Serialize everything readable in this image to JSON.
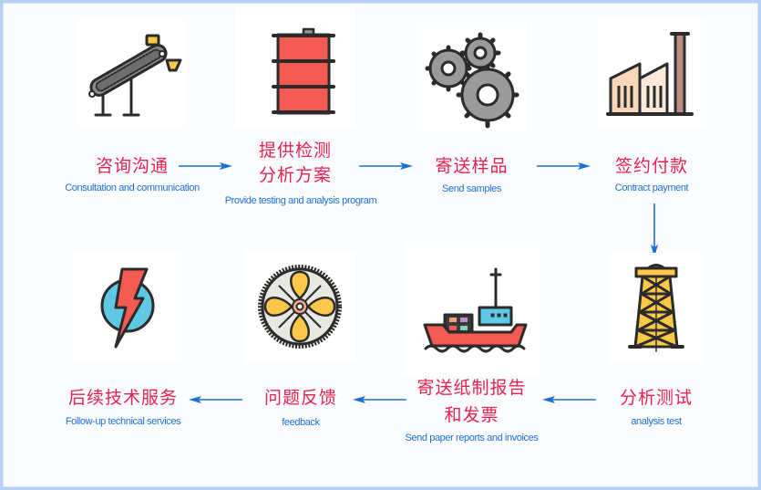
{
  "diagram": {
    "type": "process-flow",
    "flow_direction": "top row left-to-right, then down, bottom row right-to-left",
    "colors": {
      "title_red": "#e8214f",
      "subtitle_blue": "#1d6fd8",
      "arrow_blue": "#1d6fd8",
      "frame_border": "#b5d0f2",
      "background": "#fbfcfe"
    },
    "steps": [
      {
        "step": 1,
        "icon": "conveyor-belt-icon",
        "title": "咨询沟通",
        "subtitle": "Consultation and communication"
      },
      {
        "step": 2,
        "icon": "oil-barrel-icon",
        "title_line1": "提供检测",
        "title_line2": "分析方案",
        "subtitle": "Provide testing and analysis program"
      },
      {
        "step": 3,
        "icon": "gears-icon",
        "title": "寄送样品",
        "subtitle": "Send samples"
      },
      {
        "step": 4,
        "icon": "factory-icon",
        "title": "签约付款",
        "subtitle": "Contract payment"
      },
      {
        "step": 5,
        "icon": "oil-derrick-icon",
        "title": "分析测试",
        "subtitle": "analysis test"
      },
      {
        "step": 6,
        "icon": "cargo-ship-icon",
        "title_line1": "寄送纸制报告",
        "title_line2": "和发票",
        "subtitle": "Send paper reports and invoices"
      },
      {
        "step": 7,
        "icon": "fan-wheel-icon",
        "title": "问题反馈",
        "subtitle": "feedback"
      },
      {
        "step": 8,
        "icon": "lightning-icon",
        "title": "后续技术服务",
        "subtitle": "Follow-up technical services"
      }
    ],
    "arrows": [
      {
        "from": 1,
        "to": 2,
        "direction": "right"
      },
      {
        "from": 2,
        "to": 3,
        "direction": "right"
      },
      {
        "from": 3,
        "to": 4,
        "direction": "right"
      },
      {
        "from": 4,
        "to": 5,
        "direction": "down"
      },
      {
        "from": 5,
        "to": 6,
        "direction": "left"
      },
      {
        "from": 6,
        "to": 7,
        "direction": "left"
      },
      {
        "from": 7,
        "to": 8,
        "direction": "left"
      }
    ]
  }
}
